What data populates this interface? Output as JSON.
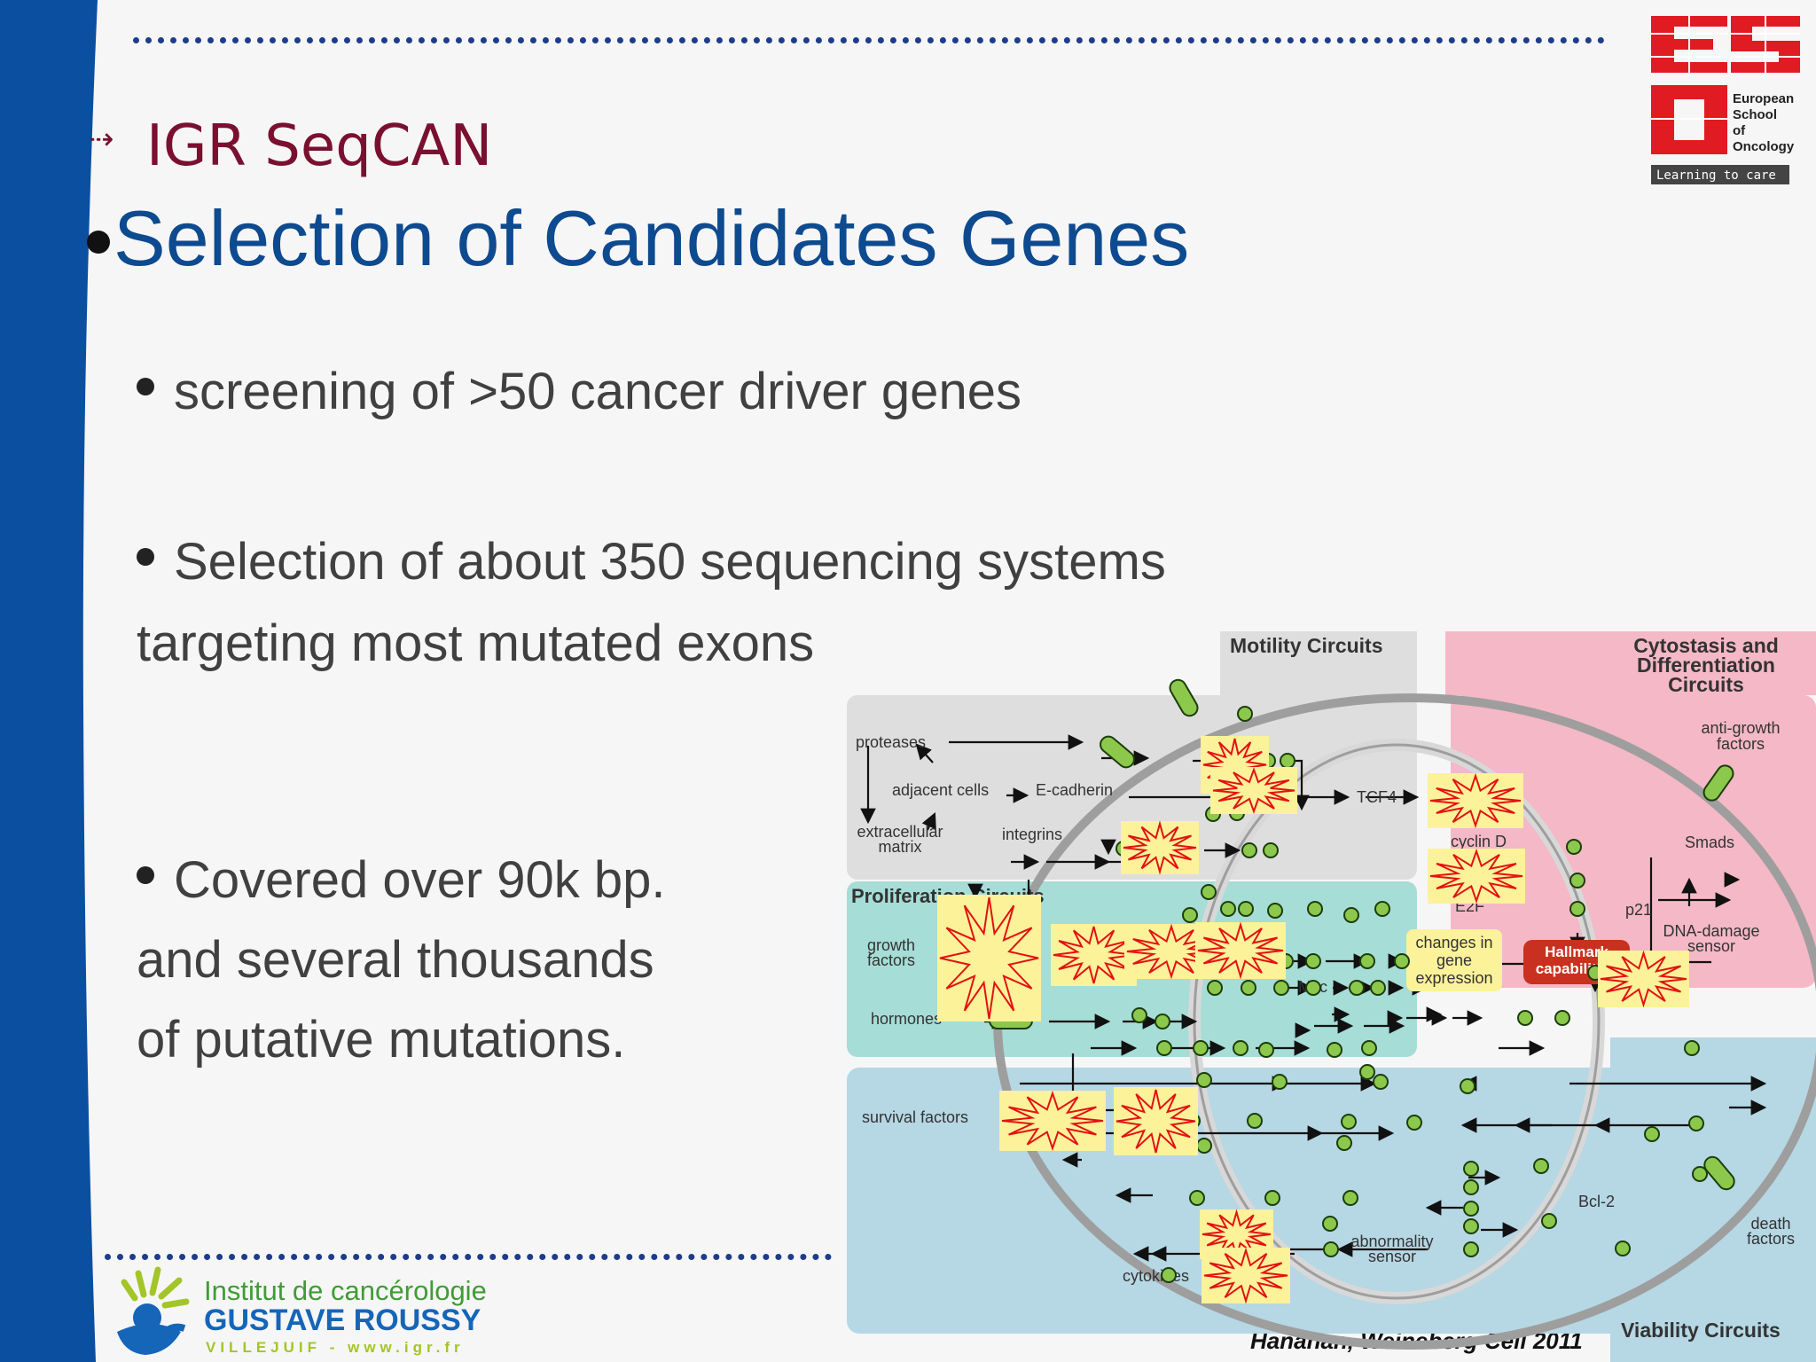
{
  "slide": {
    "subtitle": "IGR SeqCAN",
    "title": "Selection of Candidates Genes",
    "bullets": [
      {
        "lines": [
          "screening of  >50 cancer driver genes"
        ]
      },
      {
        "lines": [
          "Selection of about 350 sequencing systems",
          "targeting most mutated exons"
        ]
      },
      {
        "lines": [
          "Covered over 90k bp.",
          "and several thousands",
          "of putative mutations."
        ]
      }
    ],
    "citation": "Hanahan, Weineberg Cell 2011"
  },
  "logos": {
    "eso": {
      "line1": "European",
      "line2": "School",
      "line3": "of",
      "line4": "Oncology",
      "tagline": "Learning to care",
      "color": "#e11b22"
    },
    "igr": {
      "line1": "Institut de cancérologie",
      "line2": "GUSTAVE ROUSSY",
      "line3": "VILLEJUIF - www.igr.fr"
    }
  },
  "colors": {
    "sidebar": "#0b4fa0",
    "title": "#0e4a8f",
    "subtitle": "#7a1030",
    "motility": "#dedede",
    "proliferation": "#a6ddd6",
    "cytostasis": "#f4b8c6",
    "viability": "#b6d7e4",
    "node": "#8cc84b",
    "burst_fill": "#fbf29a",
    "burst_stroke": "#e31212",
    "hallmark": "#c8311f"
  },
  "diagram": {
    "regions": {
      "motility": "Motility Circuits",
      "proliferation": "Proliferation Circuits",
      "cytostasis": "Cytostasis and Differentiation Circuits",
      "viability": "Viability Circuits"
    },
    "labels": {
      "proteases": "proteases",
      "adjacent_cells": "adjacent cells",
      "e_cadherin": "E-cadherin",
      "extracellular_matrix": "extracellular matrix",
      "integrins": "integrins",
      "tcf4": "TCF4",
      "cyclin_d": "cyclin D",
      "e2f": "E2F",
      "myc": "Myc",
      "growth_factors": "growth factors",
      "hormones": "hormones",
      "changes_in_gene_expression": "changes in gene expression",
      "hallmark_capabilities": "Hallmark capabilities",
      "anti_growth_factors": "anti-growth factors",
      "smads": "Smads",
      "p21": "p21",
      "dna_damage_sensor": "DNA-damage sensor",
      "survival_factors": "survival factors",
      "bcl2": "Bcl-2",
      "abnormality_sensor": "abnormality sensor",
      "cytokines": "cytokines",
      "death_factors": "death factors"
    }
  }
}
